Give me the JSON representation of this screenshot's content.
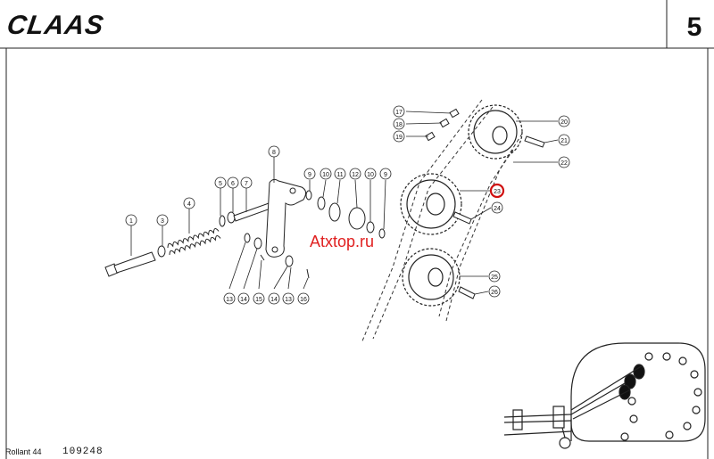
{
  "header": {
    "brand_logo": "CLAAS",
    "page_number": "5"
  },
  "watermark": "Atxtop.ru",
  "footer": {
    "model": "Rollant 44",
    "document_number": "109248"
  },
  "callouts": [
    "1",
    "3",
    "4",
    "5",
    "6",
    "7",
    "8",
    "9",
    "10",
    "11",
    "12",
    "10",
    "9",
    "13",
    "14",
    "15",
    "14",
    "13",
    "16",
    "17",
    "18",
    "19",
    "20",
    "21",
    "22",
    "23",
    "24",
    "25",
    "26"
  ],
  "highlighted_callout": "23",
  "colors": {
    "highlight": "#d01010",
    "watermark": "#e02020",
    "ink": "#111111"
  }
}
